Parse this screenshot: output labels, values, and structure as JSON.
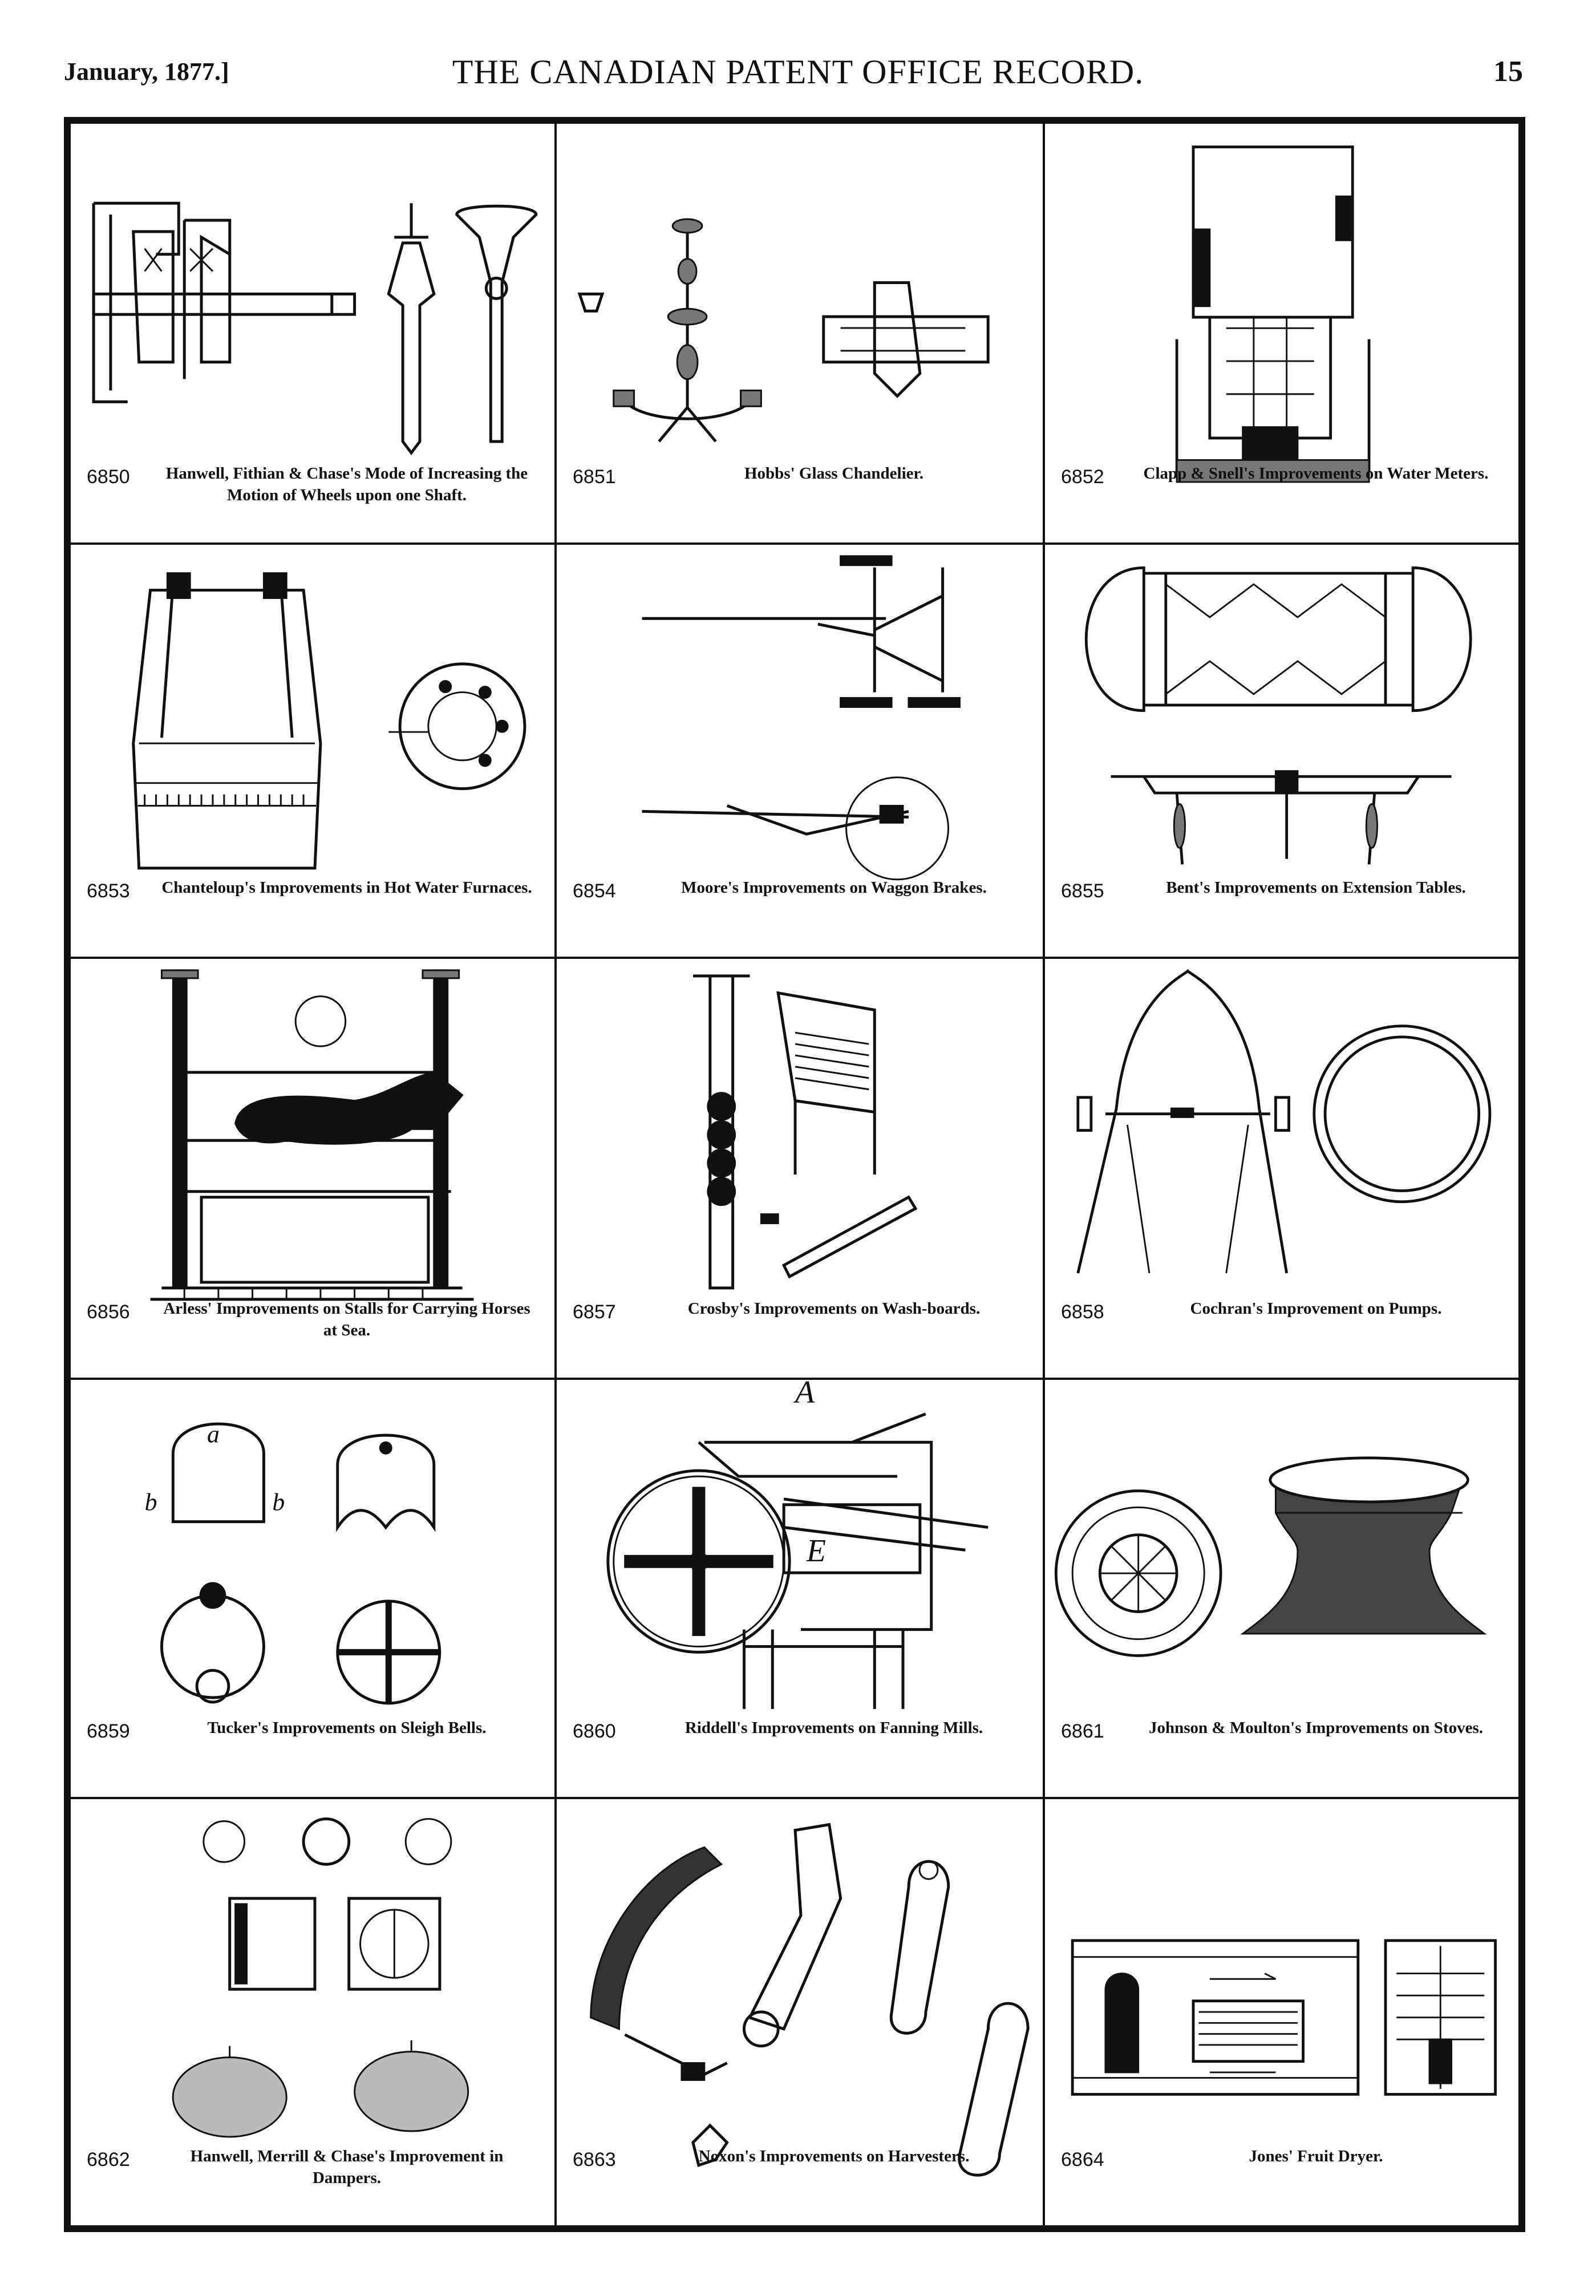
{
  "header": {
    "date": "January, 1877.]",
    "title": "THE CANADIAN PATENT OFFICE RECORD.",
    "page": "15"
  },
  "figures": [
    {
      "number": "6850",
      "caption": "Hanwell, Fithian & Chase's Mode of Increasing the Motion of Wheels upon one Shaft."
    },
    {
      "number": "6851",
      "caption": "Hobbs' Glass Chandelier."
    },
    {
      "number": "6852",
      "caption": "Clapp & Snell's Improvements on Water Meters."
    },
    {
      "number": "6853",
      "caption": "Chanteloup's Improvements in Hot Water Furnaces."
    },
    {
      "number": "6854",
      "caption": "Moore's Improvements on Waggon Brakes."
    },
    {
      "number": "6855",
      "caption": "Bent's Improvements on Extension Tables."
    },
    {
      "number": "6856",
      "caption": "Arless' Improvements on Stalls for Carrying Horses at Sea."
    },
    {
      "number": "6857",
      "caption": "Crosby's Improvements on Wash-boards."
    },
    {
      "number": "6858",
      "caption": "Cochran's Improvement on Pumps."
    },
    {
      "number": "6859",
      "caption": "Tucker's Improvements on Sleigh Bells."
    },
    {
      "number": "6860",
      "caption": "Riddell's Improvements on Fanning Mills."
    },
    {
      "number": "6861",
      "caption": "Johnson & Moulton's Improvements on Stoves."
    },
    {
      "number": "6862",
      "caption": "Hanwell, Merrill & Chase's Improvement in Dampers."
    },
    {
      "number": "6863",
      "caption": "Noxon's Improvements on Harvesters."
    },
    {
      "number": "6864",
      "caption": "Jones' Fruit Dryer."
    }
  ]
}
